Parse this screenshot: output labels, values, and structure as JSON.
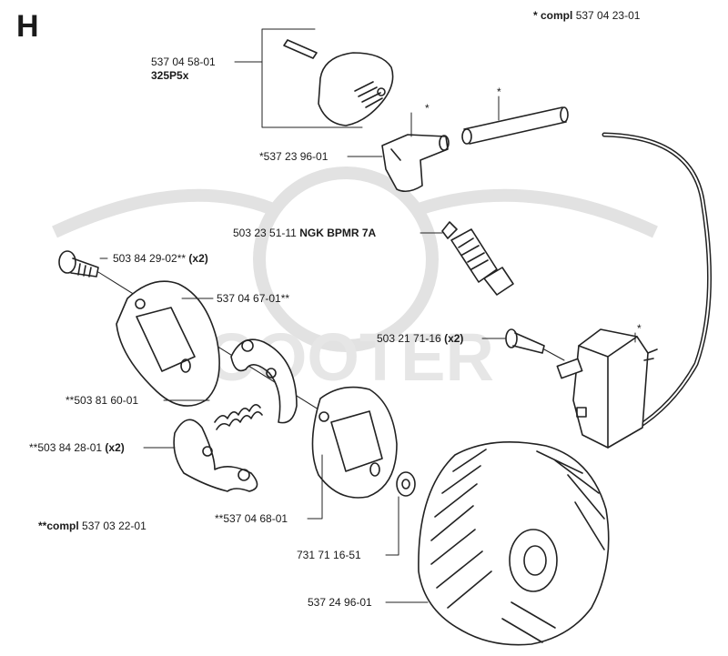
{
  "section_letter": "H",
  "assembly_note": {
    "prefix": "* compl",
    "number": "537 04 23-01"
  },
  "clutch_note": {
    "prefix": "**compl",
    "number": "537 03 22-01"
  },
  "parts": [
    {
      "number": "537 04 58-01",
      "extra": ""
    },
    {
      "number": "325P5x",
      "extra": ""
    },
    {
      "number": "*537 23 96-01",
      "extra": ""
    },
    {
      "number": "503 23 51-11",
      "extra": "NGK BPMR 7A"
    },
    {
      "number": "503 84 29-02**",
      "extra": "(x2)"
    },
    {
      "number": "537 04 67-01**",
      "extra": ""
    },
    {
      "number": "503 21 71-16",
      "extra": "(x2)"
    },
    {
      "number": "**503 81 60-01",
      "extra": ""
    },
    {
      "number": "**503 84 28-01",
      "extra": "(x2)"
    },
    {
      "number": "**537 04 68-01",
      "extra": ""
    },
    {
      "number": "731 71 16-51",
      "extra": ""
    },
    {
      "number": "537 24 96-01",
      "extra": ""
    }
  ],
  "asterisk": "*",
  "watermark": "SCOOTER",
  "colors": {
    "line": "#222222",
    "watermark": "#dcdcdc"
  }
}
